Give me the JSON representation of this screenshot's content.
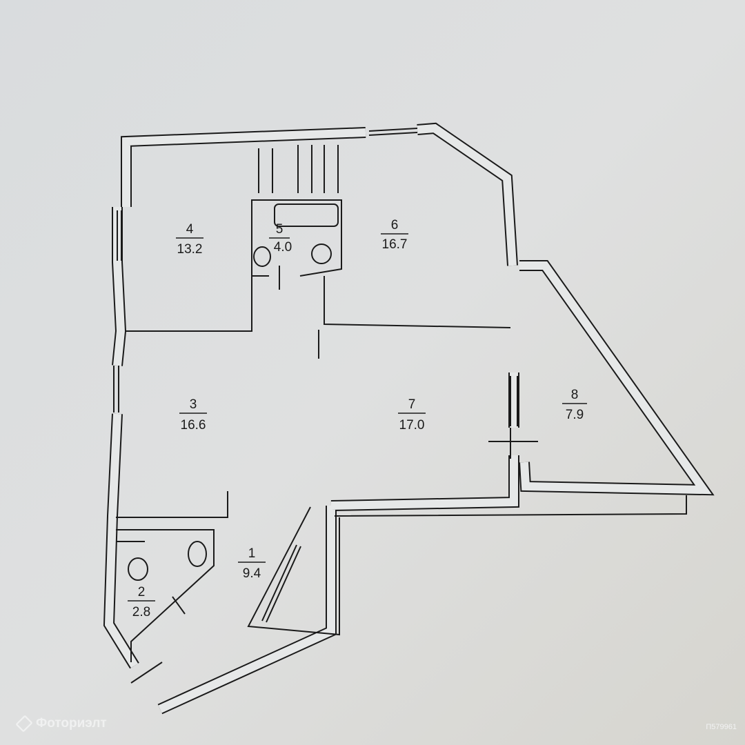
{
  "plan": {
    "rooms": [
      {
        "number": "4",
        "area": "13.2"
      },
      {
        "number": "5",
        "area": "4.0"
      },
      {
        "number": "6",
        "area": "16.7"
      },
      {
        "number": "3",
        "area": "16.6"
      },
      {
        "number": "7",
        "area": "17.0"
      },
      {
        "number": "8",
        "area": "7.9"
      },
      {
        "number": "1",
        "area": "9.4"
      },
      {
        "number": "2",
        "area": "2.8"
      }
    ]
  },
  "watermark": {
    "brand": "Фоториэлт",
    "id": "П579961"
  }
}
